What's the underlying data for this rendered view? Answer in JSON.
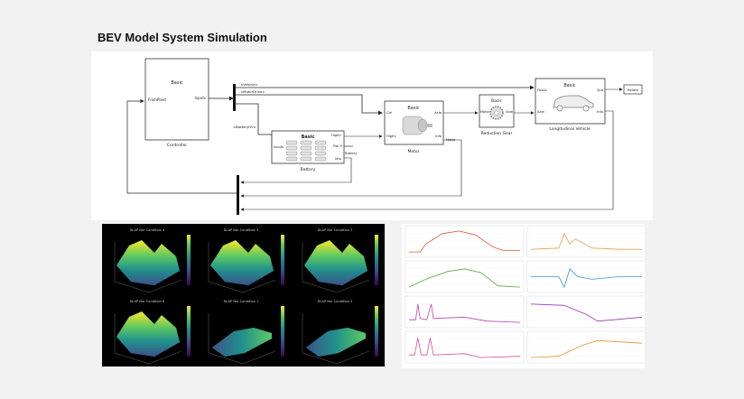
{
  "page": {
    "title": "BEV Model System  Simulation"
  },
  "diagram": {
    "controller": {
      "header": "Basic",
      "port_in": "FromPlant",
      "port_out": "Inputs",
      "caption": "Controller"
    },
    "bus_labels": {
      "vehicle": "<Vehicle>",
      "motor_drive": "<MotorDrive>",
      "battery_hv": "<BatteryHV>"
    },
    "battery": {
      "header": "Basic",
      "port_inputs": "Inputs",
      "port_highv": "HighV",
      "port_pwr": "Pwr P",
      "port_info": "Info",
      "port_battery": "Battery",
      "caption": "Battery"
    },
    "motor": {
      "header": "Basic",
      "port_ctrl": "Ctrl",
      "port_highv": "HighV",
      "port_axle": "Axle",
      "port_info": "Info",
      "port_motor": "Motor",
      "caption": "Motor"
    },
    "reduction_gear": {
      "header": "Basic",
      "port_in": "Motor",
      "port_out": "Axle",
      "caption": "Reduction Gear"
    },
    "vehicle": {
      "header": "Basic",
      "port_faults": "Faults",
      "port_axle": "Axle",
      "port_spd": "Spd",
      "port_info": "Info",
      "caption": "Longitudinal Vehicle"
    },
    "terminal": {
      "label": "Relate"
    }
  },
  "surface_plots": {
    "titles": [
      "DLAP Nor Condition 4",
      "DLAP Nor Condition 3",
      "DLAP Nor Condition 2",
      "DLAP Nor Condition 6",
      "DLAP Nor Condition 1",
      "DLAP Nor Condition 5"
    ]
  },
  "time_plots": {
    "left_colors": [
      "#e0563a",
      "#58a83a",
      "#b545b8",
      "#d84a9a"
    ],
    "right_colors": [
      "#e8a14a",
      "#3a95d8",
      "#9a3ab0",
      "#e8902a"
    ]
  }
}
